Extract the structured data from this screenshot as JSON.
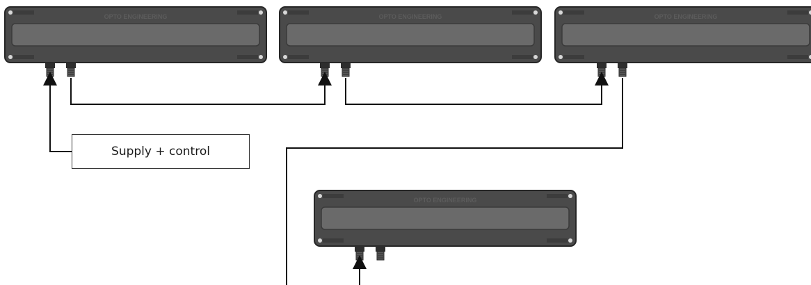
{
  "diagram": {
    "units": [
      {
        "id": "light-unit-1",
        "brand": "OPTO ENGINEERING"
      },
      {
        "id": "light-unit-2",
        "brand": "OPTO ENGINEERING"
      },
      {
        "id": "light-unit-3",
        "brand": "OPTO ENGINEERING"
      },
      {
        "id": "light-unit-4",
        "brand": "OPTO ENGINEERING"
      }
    ],
    "supply_label": "Supply + control",
    "colors": {
      "housing": "#4a4a4a",
      "housing_edge": "#262626",
      "panel": "#6a6a6a",
      "connector": "#3a3a3a",
      "cable": "#111111",
      "brand_text": "#5c5c5c"
    }
  }
}
